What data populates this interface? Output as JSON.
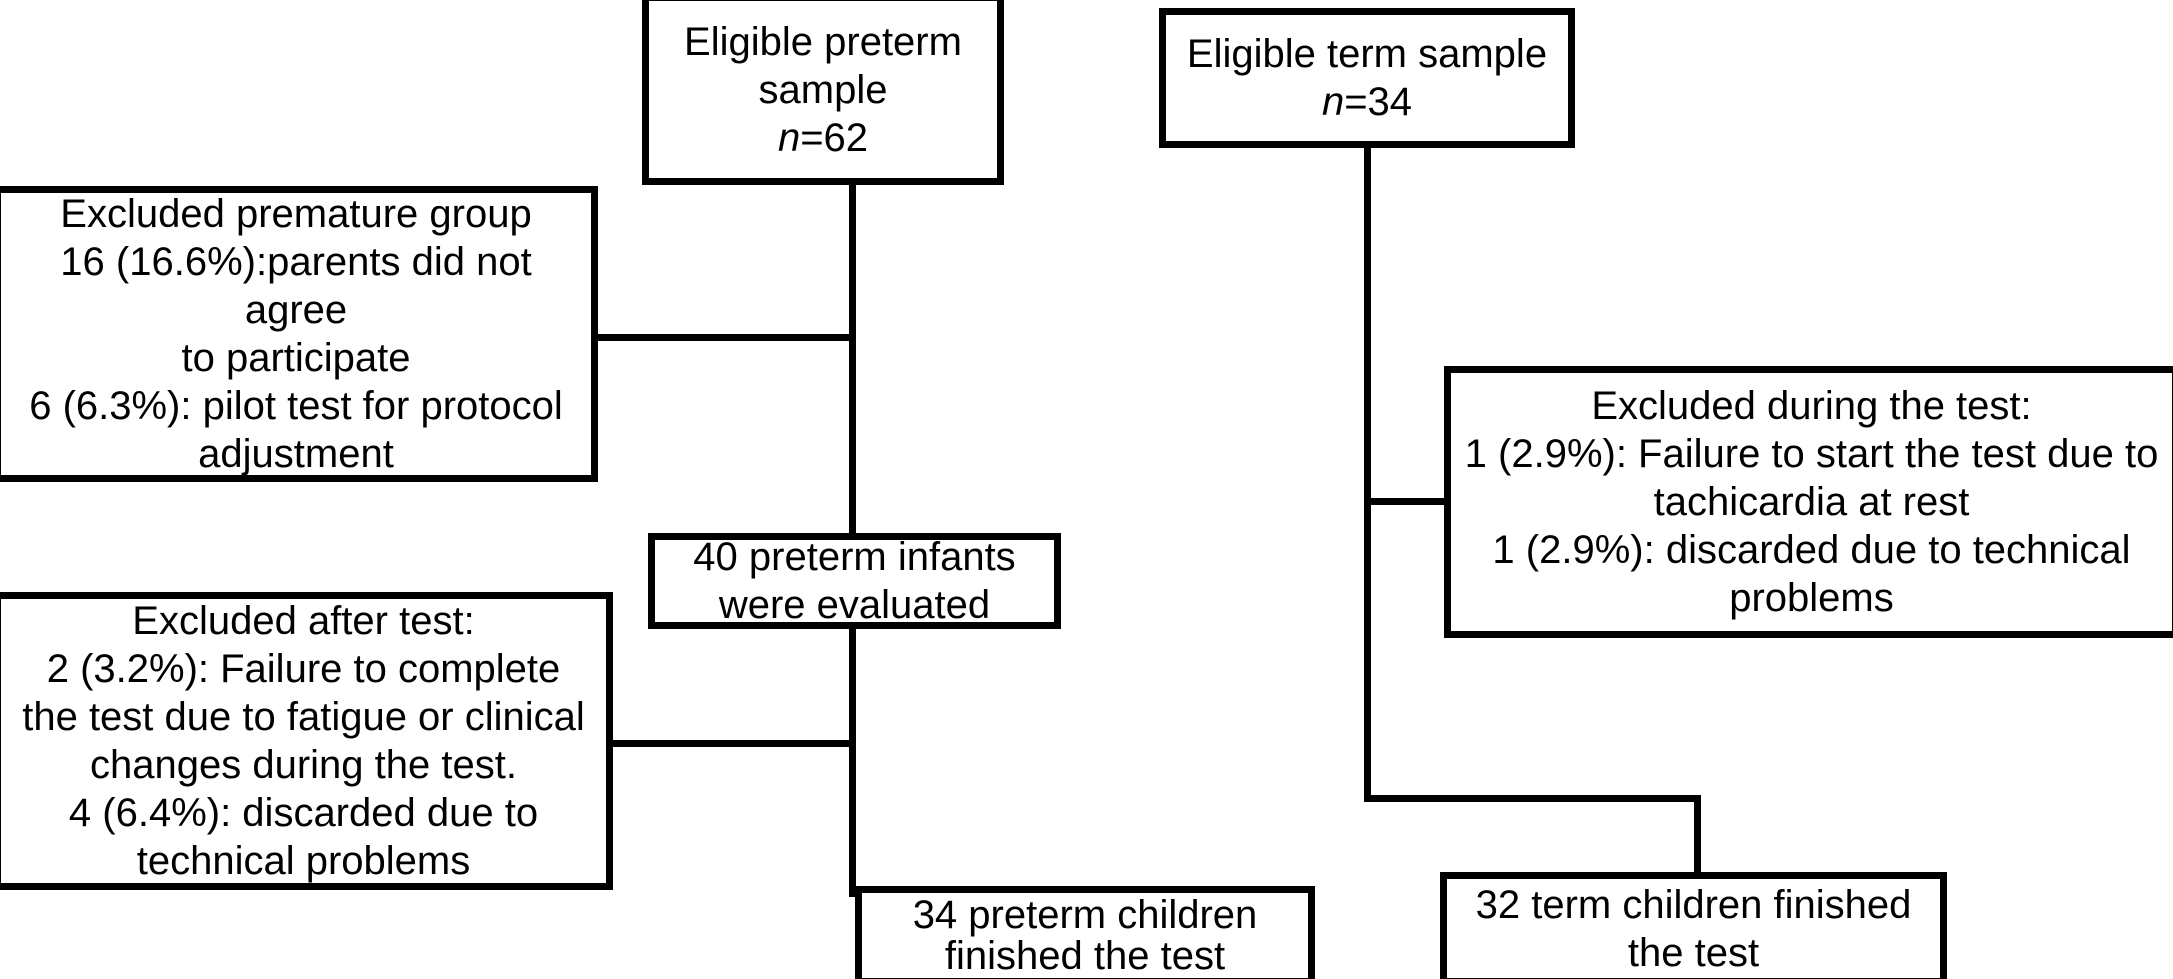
{
  "diagram": {
    "title": "Participant flow diagram",
    "type": "flowchart",
    "background_color": "#ffffff",
    "line_color": "#000000",
    "text_color": "#000000"
  },
  "nodes": {
    "eligible_preterm": {
      "id": "eligible-preterm-sample",
      "line1": "Eligible preterm",
      "line2": "sample",
      "n_prefix": "n",
      "n_value": "=62",
      "n_label": "n=62"
    },
    "eligible_term": {
      "id": "eligible-term-sample",
      "line1": "Eligible term sample",
      "n_prefix": "n",
      "n_value": "=34",
      "n_label": "n=34"
    },
    "excluded_premature": {
      "id": "excluded-premature-group",
      "text": "Excluded premature group\n16 (16.6%):parents did not agree\nto participate\n6 (6.3%): pilot test for protocol\nadjustment"
    },
    "excluded_during_test": {
      "id": "excluded-during-the-test",
      "text": "Excluded during the test:\n1 (2.9%): Failure to start the test due to\ntachicardia at rest\n1 (2.9%): discarded due to technical\nproblems"
    },
    "preterm_evaluated": {
      "id": "preterm-infants-evaluated",
      "text": "40 preterm infants\nwere evaluated"
    },
    "excluded_after_test": {
      "id": "excluded-after-test",
      "text": "Excluded after test:\n2 (3.2%): Failure to complete\nthe test due to fatigue or clinical\nchanges during the test.\n4 (6.4%): discarded due to\ntechnical problems"
    },
    "preterm_finished": {
      "id": "preterm-children-finished",
      "text": "34 preterm children\nfinished the test"
    },
    "term_finished": {
      "id": "term-children-finished",
      "text": "32 term children finished\nthe test"
    }
  }
}
